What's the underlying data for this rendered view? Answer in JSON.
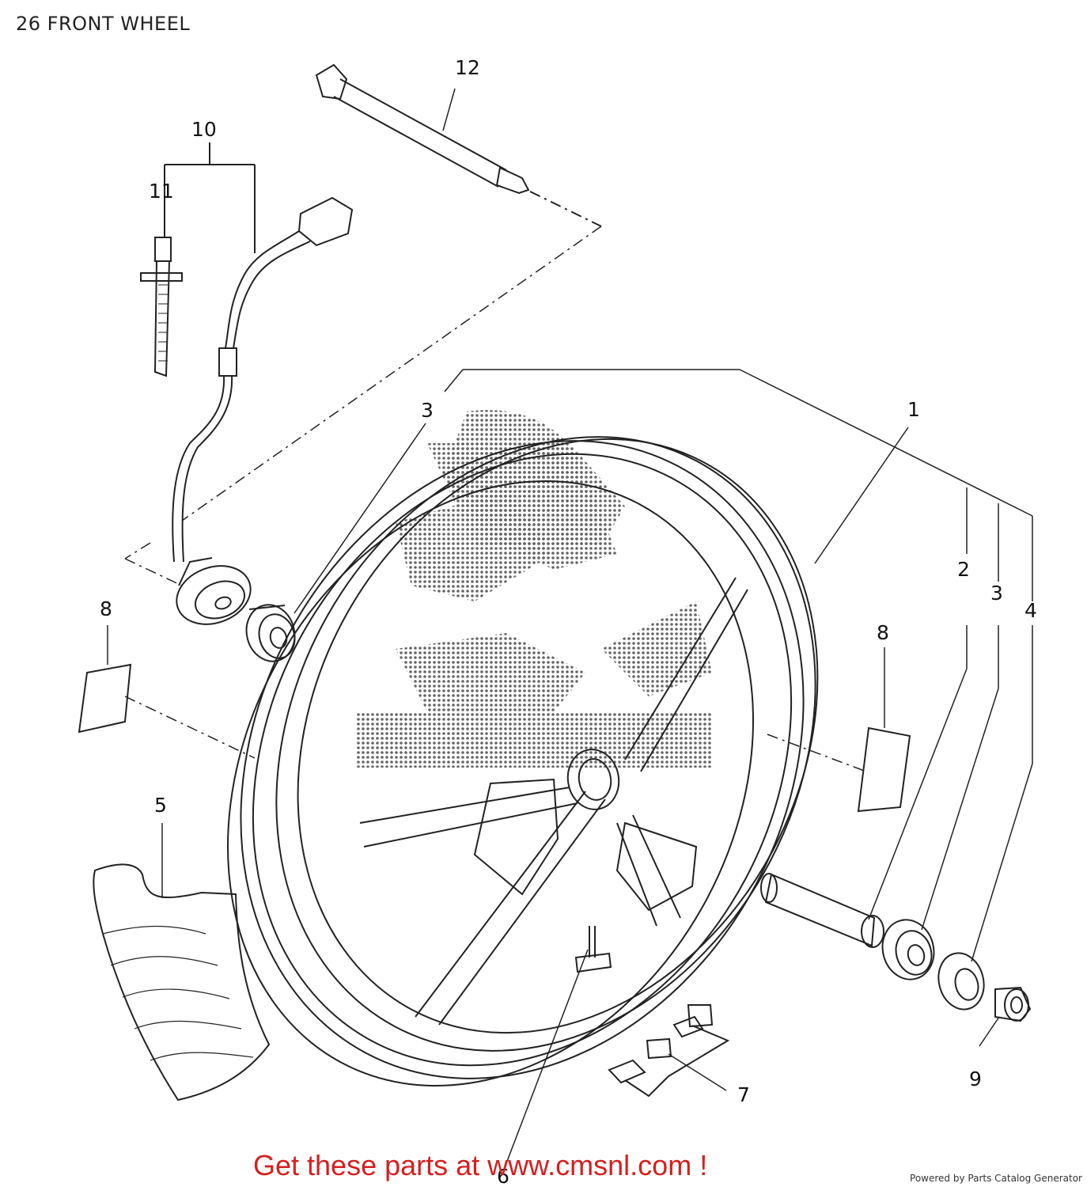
{
  "diagram": {
    "title": "26 FRONT WHEEL",
    "callouts": {
      "c12": "12",
      "c10": "10",
      "c11": "11",
      "c3_top": "3",
      "c1": "1",
      "c2": "2",
      "c3_right": "3",
      "c4": "4",
      "c8_left": "8",
      "c8_right": "8",
      "c5": "5",
      "c7": "7",
      "c9": "9",
      "c6": "6"
    }
  },
  "footer": {
    "promo": "Get these parts at www.cmsnl.com !",
    "powered_by": "Powered by Parts Catalog Generator"
  },
  "colors": {
    "line": "#222222",
    "promo": "#d42020",
    "halftone": "#555555"
  }
}
